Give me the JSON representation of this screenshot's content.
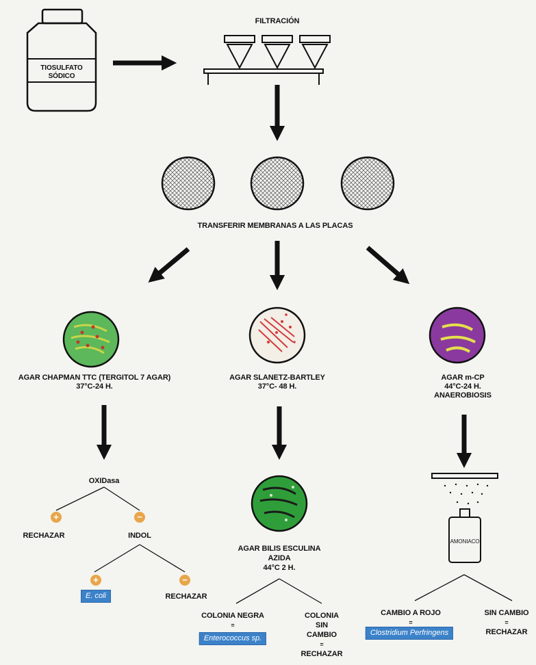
{
  "bottle": {
    "label_line1": "TIOSULFATO",
    "label_line2": "SÓDICO"
  },
  "filtration": {
    "title": "FILTRACIÓN"
  },
  "transfer": {
    "text": "TRANSFERIR MEMBRANAS A LAS PLACAS"
  },
  "left": {
    "media_label": "AGAR CHAPMAN TTC (TERGITOL 7 AGAR)",
    "conditions": "37°C-24 H.",
    "plate_color": "#5cb85a",
    "oxidase": "OXIDasa",
    "plus_symbol": "+",
    "minus_symbol": "−",
    "plus_result": "RECHAZAR",
    "indol": "INDOL",
    "indol_plus_result": "E. coli",
    "indol_minus_result": "RECHAZAR"
  },
  "middle": {
    "media_label": "AGAR SLANETZ-BARTLEY",
    "conditions": "37°C- 48 H.",
    "plate_color": "#f3eee6",
    "confirm_label_line1": "AGAR BILIS ESCULINA",
    "confirm_label_line2": "AZIDA",
    "confirm_conditions": "44°C 2 H.",
    "confirm_plate_color": "#2f9e3a",
    "left_result_line1": "COLONIA NEGRA",
    "left_result_eq": "=",
    "left_result_badge": "Enterococcus sp.",
    "right_result_line1": "COLONIA",
    "right_result_line2": "SIN",
    "right_result_line3": "CAMBIO",
    "right_result_eq": "=",
    "right_result_line4": "RECHAZAR"
  },
  "right": {
    "media_label": "AGAR m-CP",
    "conditions": "44°C-24 H.",
    "anaerobic": "ANAEROBIOSIS",
    "plate_color": "#8a3a9e",
    "reagent_label": "AMONIACO",
    "left_result_line1": "CAMBIO A ROJO",
    "left_result_eq": "=",
    "left_result_badge": "Clostridium Perfringens",
    "right_result_line1": "SIN CAMBIO",
    "right_result_eq": "=",
    "right_result_line2": "RECHAZAR"
  },
  "colors": {
    "accent_blue": "#3c82c9",
    "sign_orange": "#e8a64a"
  }
}
